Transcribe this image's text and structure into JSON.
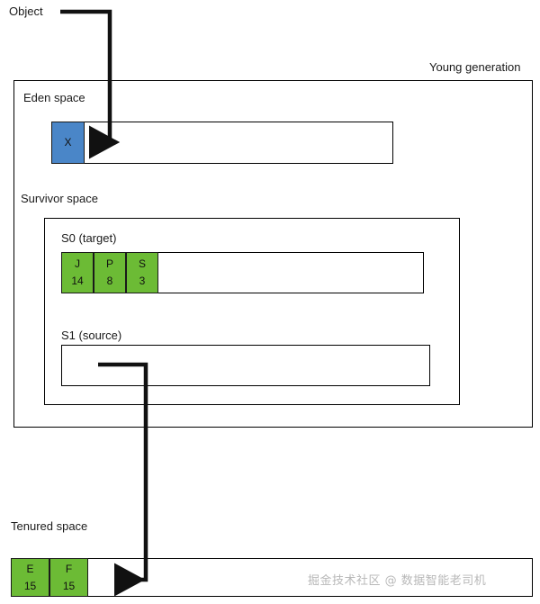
{
  "diagram": {
    "title_labels": {
      "object": "Object",
      "young_generation": "Young generation",
      "eden_space": "Eden space",
      "survivor_space": "Survivor space",
      "s0": "S0 (target)",
      "s1": "S1 (source)",
      "tenured_space": "Tenured space"
    },
    "colors": {
      "eden_block": "#4a86c8",
      "survivor_block": "#6cbb35",
      "tenured_block": "#6cbb35",
      "outline": "#000000",
      "arrow": "#111111",
      "watermark": "#b8b8b8"
    },
    "eden_objects": [
      {
        "name": "X",
        "age": ""
      }
    ],
    "s0_objects": [
      {
        "name": "J",
        "age": "14"
      },
      {
        "name": "P",
        "age": "8"
      },
      {
        "name": "S",
        "age": "3"
      }
    ],
    "s1_objects": [],
    "tenured_objects": [
      {
        "name": "E",
        "age": "15"
      },
      {
        "name": "F",
        "age": "15"
      }
    ],
    "arrows": [
      {
        "name": "object-to-eden",
        "from": "Object",
        "to": "Eden space"
      },
      {
        "name": "s1-to-tenured",
        "from": "S1 (source)",
        "to": "Tenured space"
      }
    ]
  },
  "watermark": {
    "text": "掘金技术社区 @ 数据智能老司机"
  }
}
